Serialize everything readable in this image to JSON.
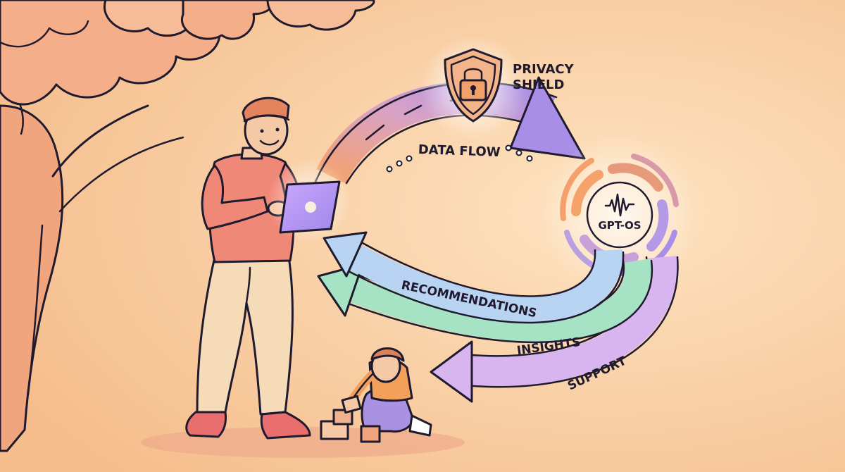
{
  "privacy_shield": {
    "line1": "PRIVACY",
    "line2": "SHIELD"
  },
  "data_flow": {
    "label": "DATA FLOW"
  },
  "engine": {
    "label": "GPT-OS"
  },
  "outputs": [
    {
      "label": "RECOMMENDATIONS",
      "color": "#b8d4f2"
    },
    {
      "label": "INSIGHTS",
      "color": "#a6e3c5"
    },
    {
      "label": "SUPPORT",
      "color": "#d9b5ef"
    }
  ],
  "colors": {
    "background": "#f7c99a",
    "tree": "#f0a57e",
    "arc_orange": "#f5a36a",
    "arc_purple": "#b49ae6",
    "outline": "#1f1a2e"
  },
  "icons": [
    "shield-lock-icon",
    "waveform-icon",
    "tablet-icon"
  ]
}
